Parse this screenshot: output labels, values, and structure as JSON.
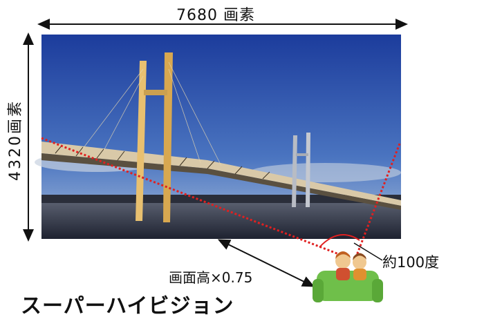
{
  "labels": {
    "width": "7680 画素",
    "height": "4320画素",
    "viewing_angle": "約100度",
    "viewing_distance": "画面高×0.75",
    "title": "スーパーハイビジョン"
  },
  "colors": {
    "sky_top": "#1a3a9a",
    "sky_bottom": "#8fb0d8",
    "sight_line": "#e02020",
    "sofa": "#6fbf4a"
  },
  "icons": [
    "bridge-photo",
    "viewers-on-sofa-icon"
  ]
}
